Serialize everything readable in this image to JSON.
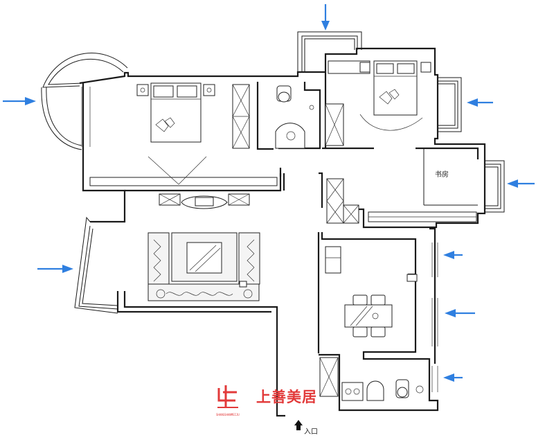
{
  "plan": {
    "room_label_study": "书房",
    "entrance_label": "入口",
    "logo_text": "上善美居",
    "logo_sub": "SHANGSHANMEIJU"
  },
  "colors": {
    "arrow": "#2f7fe0",
    "logo": "#e23a3a",
    "wall": "#1a1a1a"
  }
}
